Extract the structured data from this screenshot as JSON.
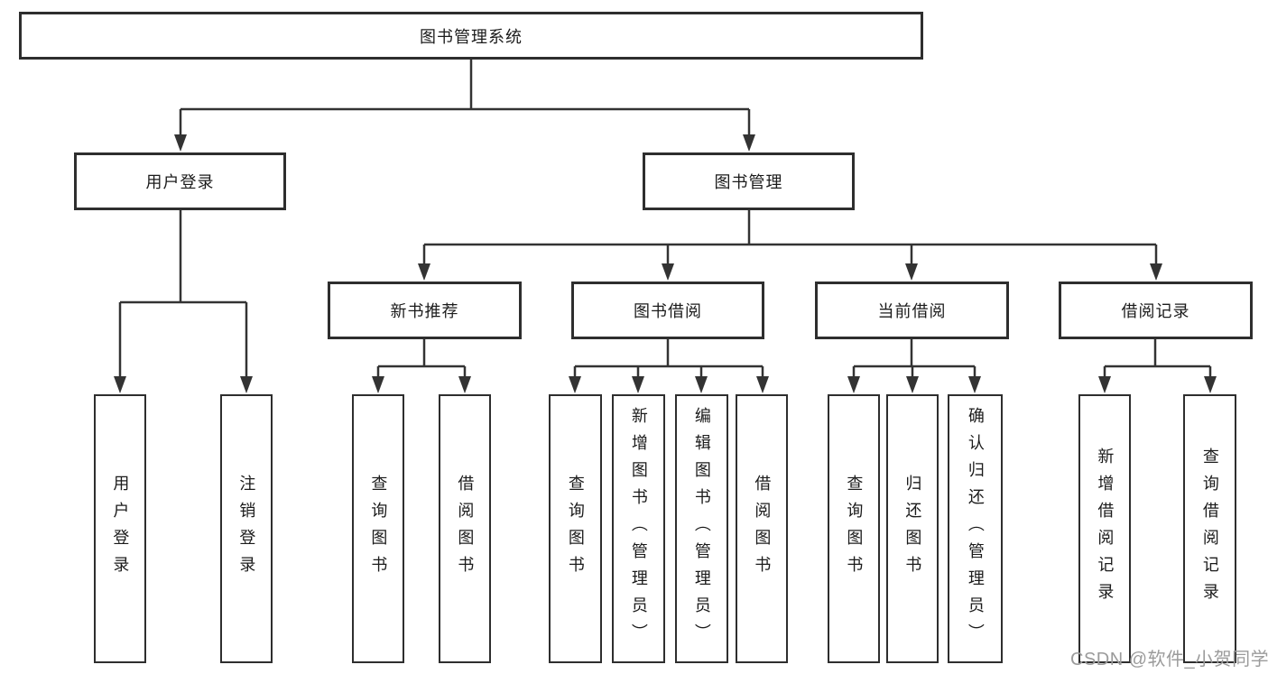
{
  "colors": {
    "line": "#333333",
    "box_border": "#2e2e2e",
    "text": "#1b1b1b",
    "watermark": "#9b9b9b",
    "background": "#ffffff"
  },
  "diagram": {
    "root": {
      "label": "图书管理系统"
    },
    "level1": [
      {
        "label": "用户登录"
      },
      {
        "label": "图书管理"
      }
    ],
    "level2": [
      {
        "label": "新书推荐"
      },
      {
        "label": "图书借阅"
      },
      {
        "label": "当前借阅"
      },
      {
        "label": "借阅记录"
      }
    ],
    "groups": [
      {
        "parent": "用户登录",
        "children": [
          "用户登录",
          "注销登录"
        ]
      },
      {
        "parent": "新书推荐",
        "children": [
          "查询图书",
          "借阅图书"
        ]
      },
      {
        "parent": "图书借阅",
        "children": [
          "查询图书",
          "新增图书（管理员）",
          "编辑图书（管理员）",
          "借阅图书"
        ]
      },
      {
        "parent": "当前借阅",
        "children": [
          "查询图书",
          "归还图书",
          "确认归还（管理员）"
        ]
      },
      {
        "parent": "借阅记录",
        "children": [
          "新增借阅记录",
          "查询借阅记录"
        ]
      }
    ]
  },
  "watermark": {
    "text": "CSDN @软件_小贺同学"
  }
}
